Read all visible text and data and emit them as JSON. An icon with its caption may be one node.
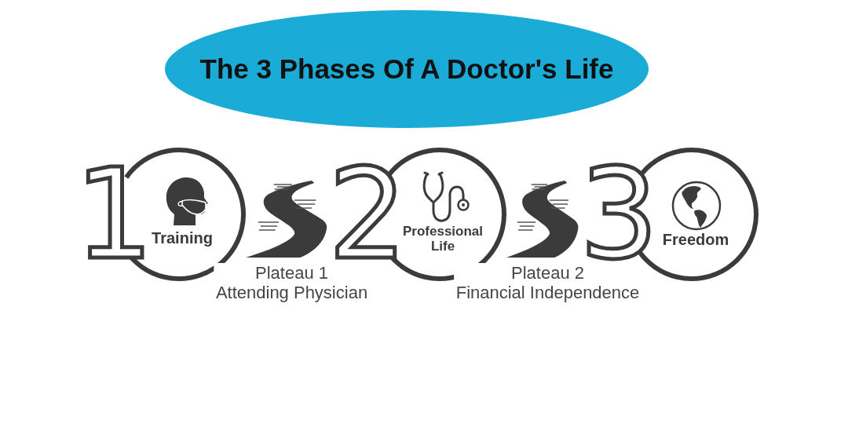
{
  "diagram": {
    "title": "The 3 Phases Of A Doctor's Life",
    "nodes": [
      {
        "text": [
          "1",
          "Training"
        ]
      },
      {
        "text": [
          "2",
          "Professional Life"
        ]
      },
      {
        "text": [
          "3",
          "Freedom"
        ]
      }
    ],
    "edges": [
      {
        "from": 0,
        "to": 1,
        "arrow": "none",
        "label": "Plateau 1 Attending Physician"
      },
      {
        "from": 1,
        "to": 2,
        "arrow": "none",
        "label": "Plateau 2 Financial Independence"
      }
    ]
  }
}
